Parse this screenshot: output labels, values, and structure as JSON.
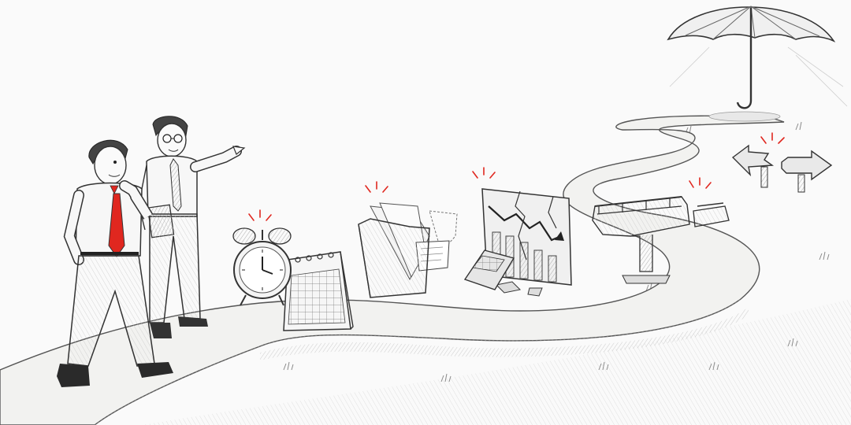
{
  "scene": {
    "style": "pencil sketch",
    "accent_color": "#e0271f",
    "ink_color": "#3a3a3a",
    "paper_color": "#fafafa",
    "road_color": "#f2f2f0",
    "figures": [
      {
        "role": "thinking-businessman",
        "tie_color": "#e0271f"
      },
      {
        "role": "pointing-businessman",
        "tie_color": "#8a8a8a"
      }
    ],
    "obstacles": [
      {
        "name": "alarm-clock-and-calendar",
        "icon": "alarm-clock-icon"
      },
      {
        "name": "overflowing-file-folder",
        "icon": "folder-icon"
      },
      {
        "name": "cracked-falling-chart-and-calculator",
        "icon": "chart-icon"
      },
      {
        "name": "broken-bridge",
        "icon": "bridge-icon"
      },
      {
        "name": "broken-split-arrows",
        "icon": "arrows-icon"
      }
    ],
    "destination": {
      "name": "open-umbrella",
      "icon": "umbrella-icon"
    }
  }
}
